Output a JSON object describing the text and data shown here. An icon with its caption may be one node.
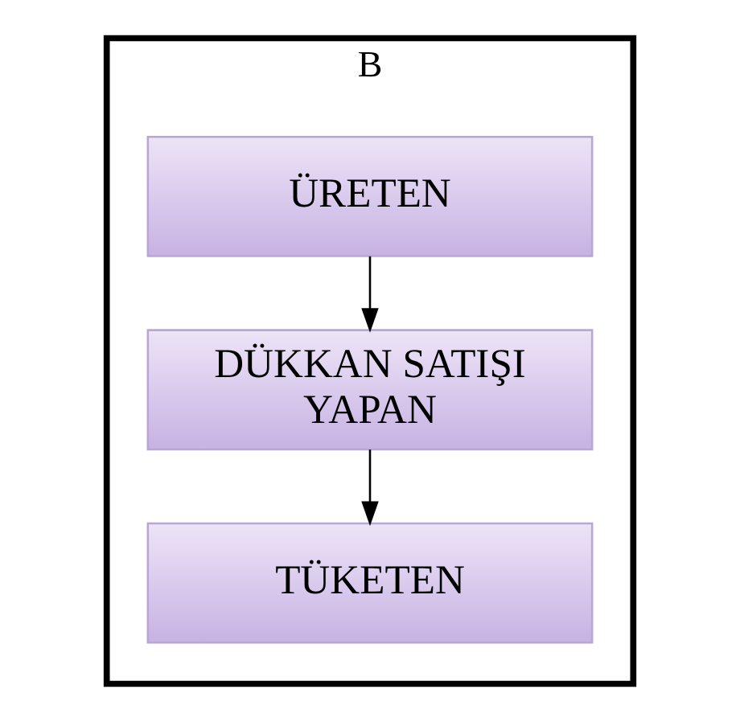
{
  "diagram": {
    "nodes": [
      {
        "text": [
          "B"
        ]
      },
      {
        "text": [
          "ÜRETEN"
        ],
        "in": 0
      },
      {
        "text": [
          "DÜKKAN SATIŞI YAPAN"
        ],
        "in": 0
      },
      {
        "text": [
          "TÜKETEN"
        ],
        "in": 0
      }
    ],
    "edges": [
      {
        "from": 1,
        "to": 2,
        "arrow": "to"
      },
      {
        "from": 2,
        "to": 3,
        "arrow": "to"
      }
    ]
  }
}
